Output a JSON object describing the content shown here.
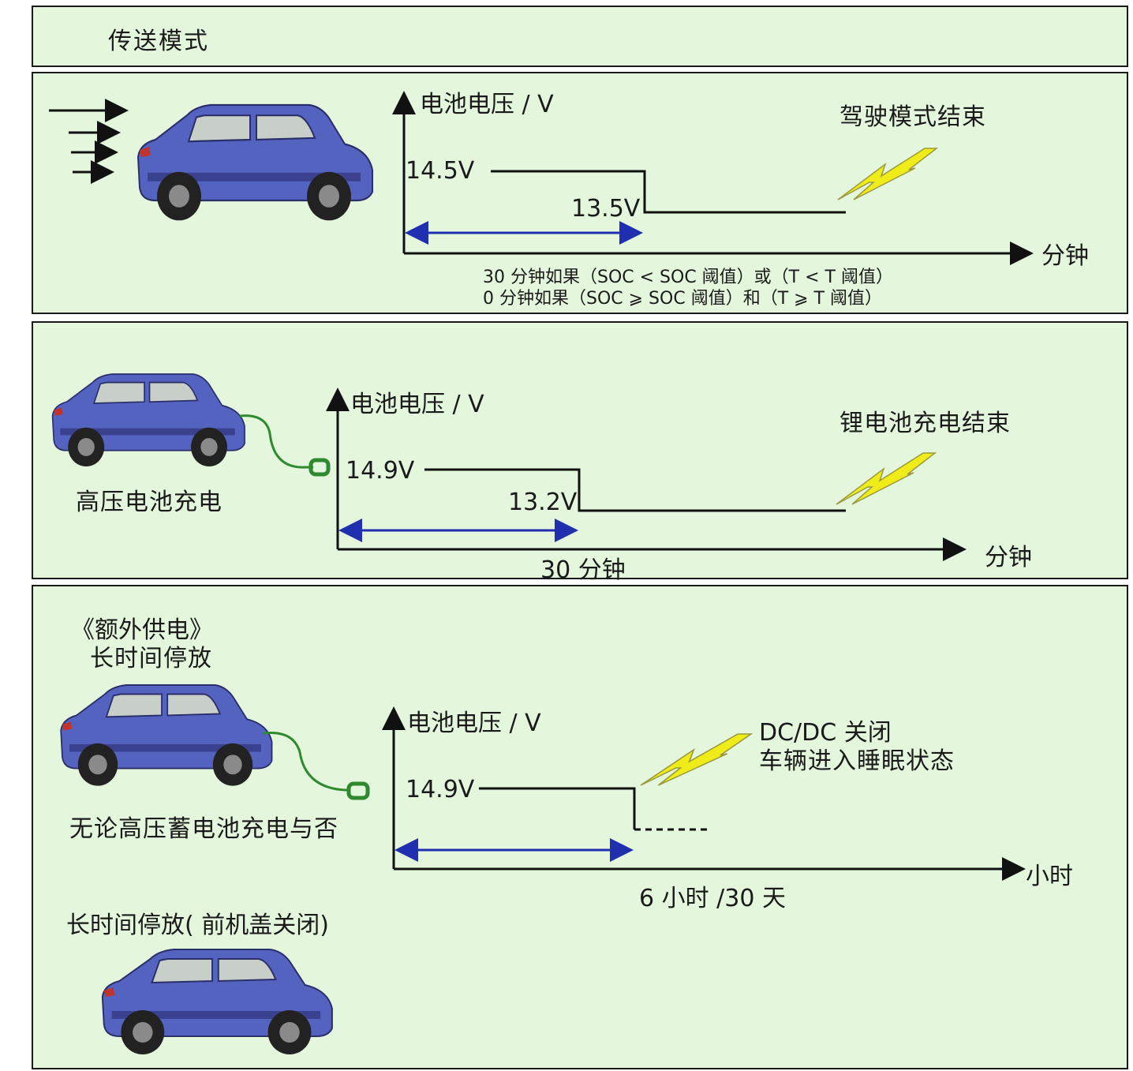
{
  "header": {
    "title": "传送模式"
  },
  "panel1": {
    "y_axis_label": "电池电压 / V",
    "x_axis_label": "分钟",
    "high_voltage": "14.5V",
    "low_voltage": "13.5V",
    "event_label": "驾驶模式结束",
    "condition_line1": "30 分钟如果（SOC < SOC 阈值）或（T < T 阈值）",
    "condition_line2": "0 分钟如果（SOC ⩾ SOC 阈值）和（T ⩾ T 阈值）"
  },
  "panel2": {
    "car_caption": "高压电池充电",
    "y_axis_label": "电池电压 / V",
    "x_axis_label": "分钟",
    "high_voltage": "14.9V",
    "low_voltage": "13.2V",
    "event_label": "锂电池充电结束",
    "duration_label": "30 分钟"
  },
  "panel3": {
    "heading_line1": "《额外供电》",
    "heading_line2": "长时间停放",
    "car1_caption": "无论高压蓄电池充电与否",
    "car2_caption": "长时间停放( 前机盖关闭)",
    "y_axis_label": "电池电压 / V",
    "x_axis_label": "小时",
    "high_voltage": "14.9V",
    "event_line1": "DC/DC 关闭",
    "event_line2": "车辆进入睡眠状态",
    "duration_label": "6 小时 /30 天"
  },
  "colors": {
    "panel_bg": "#e4f7dc",
    "car_body": "#5563c0",
    "bolt": "#f0ec1a",
    "arrow_blue": "#1f2fb0",
    "cable_green": "#2f8a2f"
  },
  "icons": [
    "wind-arrows-icon",
    "car-icon",
    "charging-cable-icon",
    "lightning-bolt-icon"
  ]
}
